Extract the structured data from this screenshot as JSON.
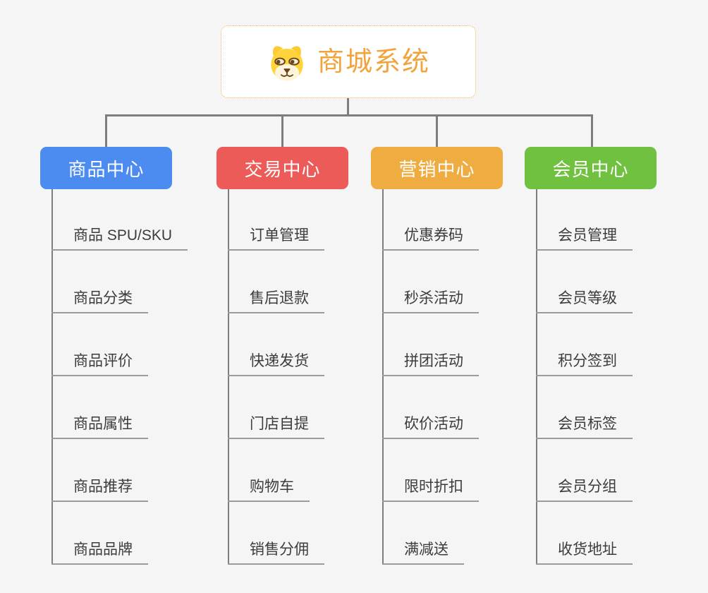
{
  "canvas": {
    "background": "#f5f5f6"
  },
  "root": {
    "title": "商城系统",
    "icon": "doge-icon",
    "title_color": "#F2A43C",
    "border_color": "#F6B04E"
  },
  "connector": {
    "color": "#7D7D7D"
  },
  "branches": [
    {
      "label": "商品中心",
      "color": "#4C8CF0",
      "children": [
        "商品 SPU/SKU",
        "商品分类",
        "商品评价",
        "商品属性",
        "商品推荐",
        "商品品牌"
      ]
    },
    {
      "label": "交易中心",
      "color": "#EC5B57",
      "children": [
        "订单管理",
        "售后退款",
        "快递发货",
        "门店自提",
        "购物车",
        "销售分佣"
      ]
    },
    {
      "label": "营销中心",
      "color": "#EFAC41",
      "children": [
        "优惠券码",
        "秒杀活动",
        "拼团活动",
        "砍价活动",
        "限时折扣",
        "满减送"
      ]
    },
    {
      "label": "会员中心",
      "color": "#70C13F",
      "children": [
        "会员管理",
        "会员等级",
        "积分签到",
        "会员标签",
        "会员分组",
        "收货地址"
      ]
    }
  ]
}
